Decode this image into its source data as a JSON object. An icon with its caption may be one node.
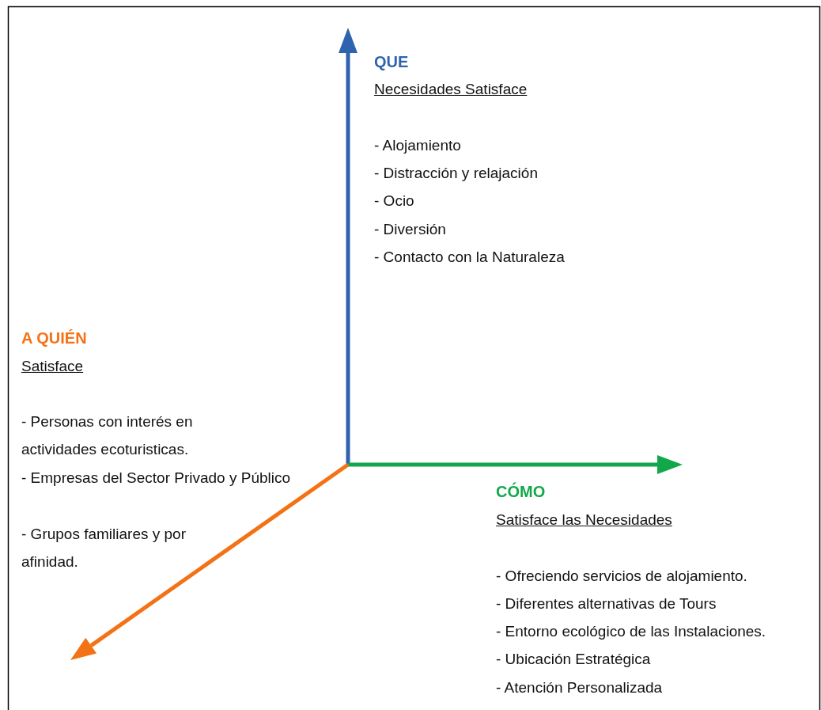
{
  "diagram": {
    "labels": [
      "QUE",
      "Necesidades Satisface",
      "- Alojamiento",
      "- Distracción y relajación",
      "- Ocio",
      "- Diversión",
      "- Contacto con la Naturaleza",
      "A QUIÉN",
      "Satisface",
      "- Personas con interés en actividades ecoturisticas.",
      "- Empresas del Sector Privado y Público",
      "- Grupos familiares y por afinidad.",
      "CÓMO",
      "Satisface las Necesidades",
      "- Ofreciendo servicios de alojamiento.",
      "- Diferentes alternativas de Tours",
      "- Entorno ecológico de las Instalaciones.",
      "- Ubicación Estratégica",
      "- Atención Personalizada"
    ]
  }
}
